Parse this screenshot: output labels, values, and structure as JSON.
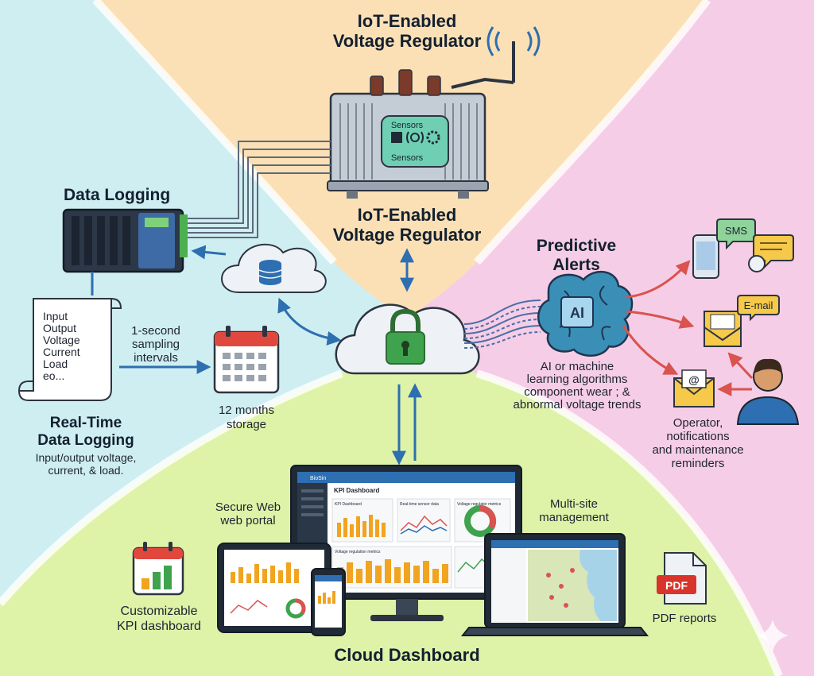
{
  "titles": {
    "regulator_top": [
      "IoT-Enabled",
      "Voltage Regulator"
    ],
    "regulator_mid": [
      "IoT-Enabled",
      "Voltage Regulator"
    ],
    "data_logging": "Data Logging",
    "predictive_alerts": [
      "Predictive",
      "Alerts"
    ],
    "realtime": [
      "Real-Time",
      "Data Logging"
    ],
    "cloud_dashboard": "Cloud Dashboard"
  },
  "sensors": {
    "top": "Sensors",
    "bottom": "Sensors"
  },
  "log_document": {
    "lines": [
      "Input",
      "Output",
      "Voltage",
      "Current",
      "Load",
      "eo..."
    ]
  },
  "realtime_desc": [
    "Input/output voltage,",
    "current, & load."
  ],
  "sampling": [
    "1-second",
    "sampling",
    "intervals"
  ],
  "storage": [
    "12 months",
    "storage"
  ],
  "ai_chip": "AI",
  "ai_desc": [
    "AI or machine",
    "learning algorithms",
    "component wear ; &",
    "abnormal voltage trends"
  ],
  "notify": {
    "sms": "SMS",
    "email": "E-mail"
  },
  "operator": [
    "Operator,",
    "notifications",
    "and maintenance",
    "reminders"
  ],
  "portal": [
    "Secure Web",
    "web portal"
  ],
  "multisite": [
    "Multi-site",
    "management"
  ],
  "kpi": [
    "Customizable",
    "KPI dashboard"
  ],
  "pdf": {
    "badge": "PDF",
    "label": "PDF reports"
  },
  "dashboard_screen": {
    "brand": "BioSin",
    "title": "KPI Dashboard",
    "panel1": "KPI Dashboard",
    "panel2": "Real-time sensor data",
    "panel3": "Voltage regulator metrics",
    "panel4": "Voltage regulation metrics"
  },
  "colors": {
    "bg_left": "#cfeef2",
    "bg_top": "#fbe0b6",
    "bg_right": "#f6cde6",
    "bg_bottom": "#def3a8",
    "arrow_blue": "#2d6fb0",
    "arrow_red": "#d9534f",
    "cloud_fill": "#eef2f7",
    "lock_green": "#3fa34d",
    "chart_orange": "#f0a420"
  }
}
